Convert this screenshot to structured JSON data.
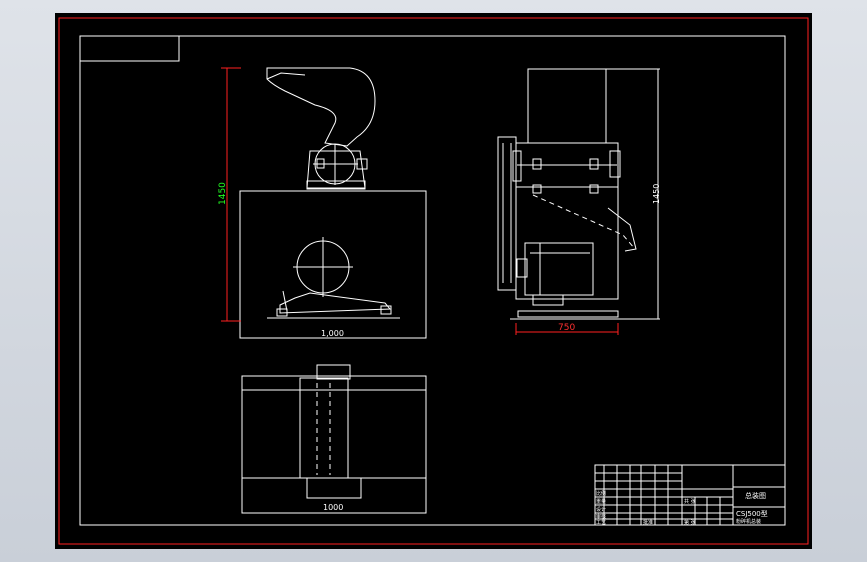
{
  "drawing": {
    "front_height_dim": "1450",
    "front_width_dim": "1,000",
    "side_height_dim": "1450",
    "side_width_dim": "750",
    "top_width_dim": "1000"
  },
  "title_block": {
    "drawing_title": "总装图",
    "model": "CSJ500型",
    "product_name": "粉碎机总装",
    "scale_label": "比例",
    "weight_label": "重量",
    "sheet_label": "第  张",
    "sheets_total": "共  张",
    "designer_label": "设计",
    "checker_label": "审核",
    "approve_label": "批准",
    "process_label": "工艺"
  },
  "colors": {
    "frame": "#ff2020",
    "lines": "#ffffff",
    "dimension_text": "#22ff22",
    "background": "#000000"
  }
}
